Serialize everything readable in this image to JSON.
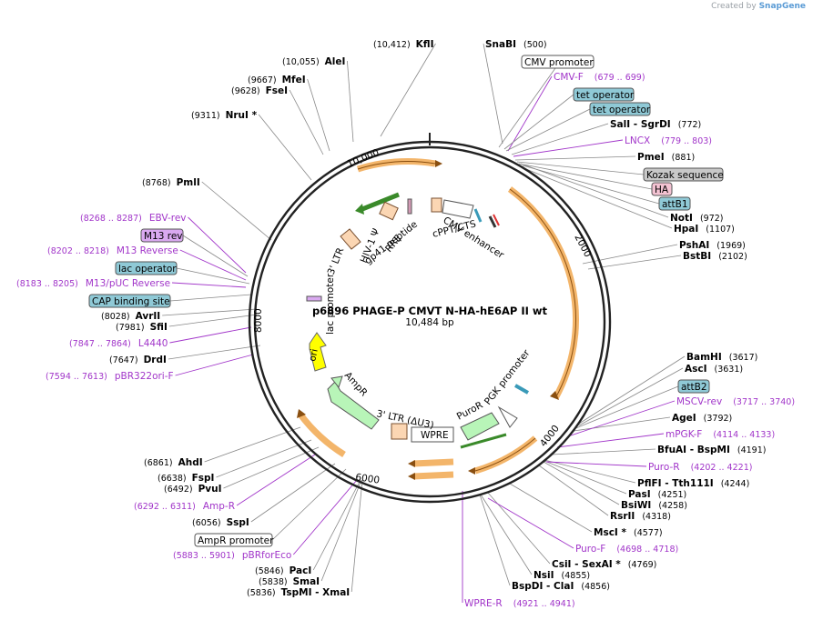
{
  "credit": {
    "prefix": "Created by",
    "brand": "SnapGene"
  },
  "plasmid": {
    "name": "p6896 PHAGE-P CMVT N-HA-hE6AP II wt",
    "size": "10,484 bp"
  },
  "scale_labels": [
    "10,000",
    "2000",
    "4000",
    "6000",
    "8000"
  ],
  "enzymes": [
    {
      "name": "KflI",
      "pos": "(10,412)"
    },
    {
      "name": "AleI",
      "pos": "(10,055)"
    },
    {
      "name": "MfeI",
      "pos": "(9667)"
    },
    {
      "name": "FseI",
      "pos": "(9628)"
    },
    {
      "name": "NruI *",
      "pos": "(9311)"
    },
    {
      "name": "PmlI",
      "pos": "(8768)"
    },
    {
      "name": "AvrII",
      "pos": "(8028)"
    },
    {
      "name": "SfiI",
      "pos": "(7981)"
    },
    {
      "name": "DrdI",
      "pos": "(7647)"
    },
    {
      "name": "AhdI",
      "pos": "(6861)"
    },
    {
      "name": "FspI",
      "pos": "(6638)"
    },
    {
      "name": "PvuI",
      "pos": "(6492)"
    },
    {
      "name": "SspI",
      "pos": "(6056)"
    },
    {
      "name": "PacI",
      "pos": "(5846)"
    },
    {
      "name": "SmaI",
      "pos": "(5838)"
    },
    {
      "name": "TspMI - XmaI",
      "pos": "(5836)"
    },
    {
      "name": "SnaBI",
      "pos": "(500)"
    },
    {
      "name": "SalI - SgrDI",
      "pos": "(772)"
    },
    {
      "name": "PmeI",
      "pos": "(881)"
    },
    {
      "name": "NotI",
      "pos": "(972)"
    },
    {
      "name": "HpaI",
      "pos": "(1107)"
    },
    {
      "name": "PshAI",
      "pos": "(1969)"
    },
    {
      "name": "BstBI",
      "pos": "(2102)"
    },
    {
      "name": "BamHI",
      "pos": "(3617)"
    },
    {
      "name": "AscI",
      "pos": "(3631)"
    },
    {
      "name": "AgeI",
      "pos": "(3792)"
    },
    {
      "name": "BfuAI - BspMI",
      "pos": "(4191)"
    },
    {
      "name": "PflFI - Tth111I",
      "pos": "(4244)"
    },
    {
      "name": "PasI",
      "pos": "(4251)"
    },
    {
      "name": "BsiWI",
      "pos": "(4258)"
    },
    {
      "name": "RsrII",
      "pos": "(4318)"
    },
    {
      "name": "MscI *",
      "pos": "(4577)"
    },
    {
      "name": "CsiI - SexAI *",
      "pos": "(4769)"
    },
    {
      "name": "NsiI",
      "pos": "(4855)"
    },
    {
      "name": "BspDI - ClaI",
      "pos": "(4856)"
    }
  ],
  "primers": [
    {
      "name": "EBV-rev",
      "pos": "(8268 .. 8287)"
    },
    {
      "name": "M13 Reverse",
      "pos": "(8202 .. 8218)"
    },
    {
      "name": "M13/pUC Reverse",
      "pos": "(8183 .. 8205)"
    },
    {
      "name": "L4440",
      "pos": "(7847 .. 7864)"
    },
    {
      "name": "pBR322ori-F",
      "pos": "(7594 .. 7613)"
    },
    {
      "name": "Amp-R",
      "pos": "(6292 .. 6311)"
    },
    {
      "name": "pBRforEco",
      "pos": "(5883 .. 5901)"
    },
    {
      "name": "CMV-F",
      "pos": "(679 .. 699)"
    },
    {
      "name": "LNCX",
      "pos": "(779 .. 803)"
    },
    {
      "name": "MSCV-rev",
      "pos": "(3717 .. 3740)"
    },
    {
      "name": "mPGK-F",
      "pos": "(4114 .. 4133)"
    },
    {
      "name": "Puro-R",
      "pos": "(4202 .. 4221)"
    },
    {
      "name": "Puro-F",
      "pos": "(4698 .. 4718)"
    },
    {
      "name": "WPRE-R",
      "pos": "(4921 .. 4941)"
    }
  ],
  "boxed_features": {
    "m13_rev": "M13 rev",
    "lac_operator": "lac operator",
    "cap_site": "CAP binding site",
    "ampr_promoter": "AmpR promoter",
    "cmv_promoter": "CMV promoter",
    "tet_op_1": "tet operator",
    "tet_op_2": "tet operator",
    "kozak": "Kozak sequence",
    "ha": "HA",
    "attb1": "attB1",
    "attb2": "attB2"
  },
  "map_features": {
    "ltr3_top": "3' LTR",
    "hiv_psi": "HIV-1 Ψ",
    "rre": "RRE",
    "gp41": "gp41 peptide",
    "cmv_enh": "CMV enhancer",
    "cppt": "cPPT/CTS",
    "lac_prom": "lac promoter",
    "ori": "ori",
    "ampr": "AmpR",
    "ltr3_du3": "3' LTR (ΔU3)",
    "wpre": "WPRE",
    "puror": "PuroR",
    "pgk": "PGK promoter"
  },
  "colors": {
    "primer": "#a135c9",
    "cds_orange": "#f3b56a",
    "arrow_green": "#b8f5b8",
    "ori_yellow": "#ffff00",
    "operator_teal": "#8fc9d6",
    "kozak_grey": "#c8c8c8",
    "ha_pink": "#f3c2d2",
    "m13_violet": "#d9a9f0"
  }
}
